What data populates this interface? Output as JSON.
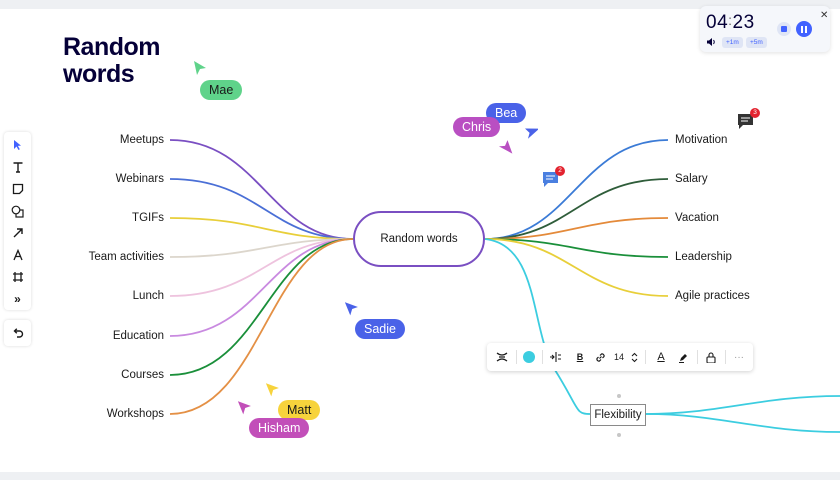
{
  "board": {
    "title": "Random\nwords"
  },
  "mindmap": {
    "root": "Random words",
    "left_branches": [
      {
        "label": "Meetups",
        "color": "#7a4fc2"
      },
      {
        "label": "Webinars",
        "color": "#4a6fd6"
      },
      {
        "label": "TGIFs",
        "color": "#e8cf3a"
      },
      {
        "label": "Team activities",
        "color": "#dcd6cc"
      },
      {
        "label": "Lunch",
        "color": "#eec3de"
      },
      {
        "label": "Education",
        "color": "#c98ae0"
      },
      {
        "label": "Courses",
        "color": "#1a8f3a"
      },
      {
        "label": "Workshops",
        "color": "#e49045"
      }
    ],
    "right_branches": [
      {
        "label": "Motivation",
        "color": "#3b7bd6"
      },
      {
        "label": "Salary",
        "color": "#2f5d3a"
      },
      {
        "label": "Vacation",
        "color": "#e48a3a"
      },
      {
        "label": "Leadership",
        "color": "#1a8f3a"
      },
      {
        "label": "Agile practices",
        "color": "#e8cf3a"
      }
    ],
    "selected_node": {
      "label": "Flexibility",
      "color": "#3ccde0"
    }
  },
  "collaborators": [
    {
      "name": "Mae",
      "color": "#5fd38a",
      "text_color": "#1a1a1a"
    },
    {
      "name": "Bea",
      "color": "#4a62e8",
      "text_color": "#ffffff"
    },
    {
      "name": "Chris",
      "color": "#b94fc2",
      "text_color": "#ffffff"
    },
    {
      "name": "Sadie",
      "color": "#4a62e8",
      "text_color": "#ffffff"
    },
    {
      "name": "Matt",
      "color": "#f7d33c",
      "text_color": "#1a1a1a"
    },
    {
      "name": "Hisham",
      "color": "#c24fb9",
      "text_color": "#ffffff"
    }
  ],
  "comments": [
    {
      "count": "2",
      "color": "#4a7fe0"
    },
    {
      "count": "3",
      "color": "#333333"
    }
  ],
  "timer": {
    "minutes": "04",
    "seconds": "23",
    "add_1m": "+1m",
    "add_5m": "+5m"
  },
  "context_toolbar": {
    "font_size": "14",
    "more": "···",
    "fill_color": "#3ccde0"
  },
  "toolbar_left": {
    "tools": [
      "select-tool",
      "text-tool",
      "sticky-note-tool",
      "shapes-tool",
      "connection-line-tool",
      "pen-tool",
      "frame-tool",
      "more-tools"
    ]
  }
}
